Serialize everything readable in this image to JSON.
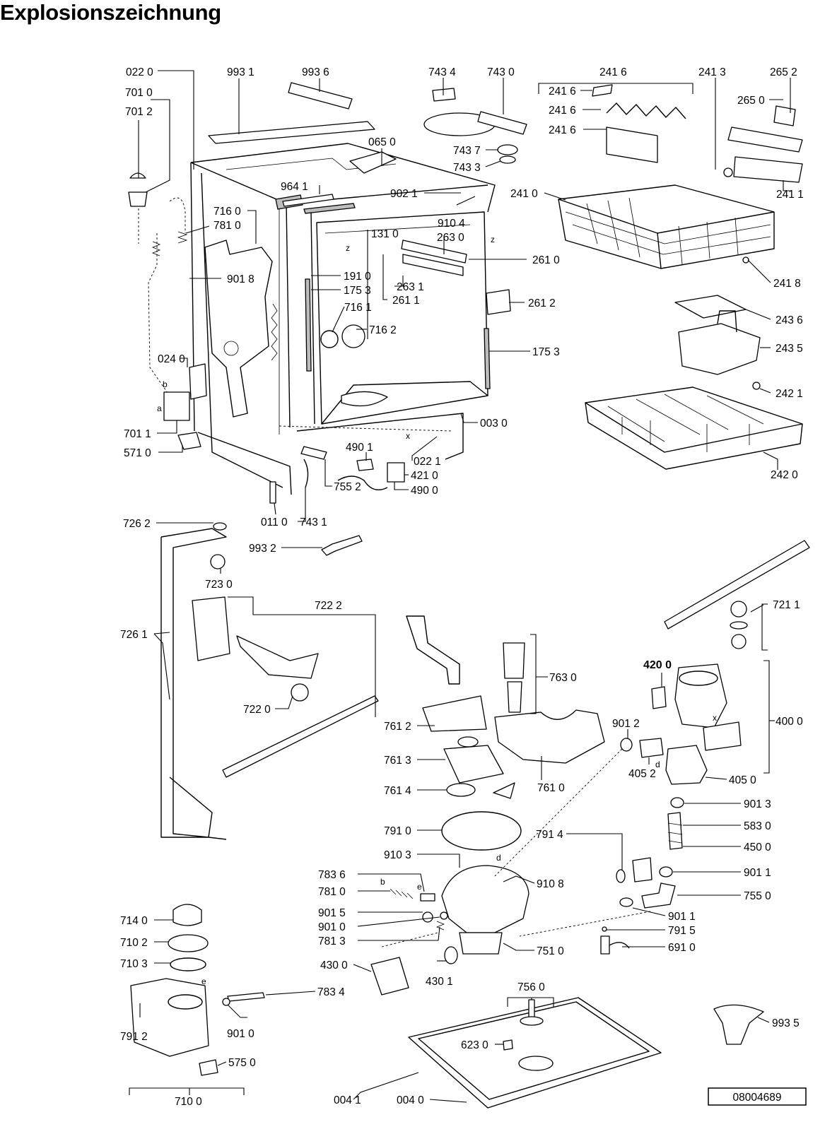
{
  "title": "Explosionszeichnung",
  "document_number": "08004689",
  "labels": {
    "l0220": "022 0",
    "l9931": "993 1",
    "l9936": "993 6",
    "l7434": "743 4",
    "l7430": "743 0",
    "l2416a": "241 6",
    "l2413": "241 3",
    "l2652": "265 2",
    "l2416b": "241 6",
    "l2650": "265 0",
    "l2416c": "241 6",
    "l2416d": "241 6",
    "l7010": "701 0",
    "l7012": "701 2",
    "l0650": "065 0",
    "l7437": "743 7",
    "l7433": "743 3",
    "l2411": "241 1",
    "l9641": "964 1",
    "l9021": "902 1",
    "l2410": "241 0",
    "l7160": "716 0",
    "l7810": "781 0",
    "l9104": "910 4",
    "l1310": "131 0",
    "l2630": "263 0",
    "l2610": "261 0",
    "l9018": "901 8",
    "l1910": "191 0",
    "l1753a": "175 3",
    "l2631": "263 1",
    "l2611": "261 1",
    "l2418": "241 8",
    "l7161": "716 1",
    "l2612": "261 2",
    "l7162": "716 2",
    "l2436": "243 6",
    "l2435": "243 5",
    "l1753b": "175 3",
    "l0240": "024 0",
    "l2421": "242 1",
    "l0030": "003 0",
    "l7011": "701 1",
    "l5710": "571 0",
    "l4901": "490 1",
    "l0221": "022 1",
    "l4210": "421 0",
    "l4900": "490 0",
    "l2420": "242 0",
    "l7552": "755 2",
    "l0110": "011 0",
    "l7431": "743 1",
    "l7262": "726 2",
    "l9932": "993 2",
    "l7230": "723 0",
    "l7222": "722 2",
    "l7211": "721 1",
    "l7261": "726 1",
    "l7630": "763 0",
    "l4200": "420 0",
    "l7220": "722 0",
    "l7612": "761 2",
    "l9012": "901 2",
    "l4000": "400 0",
    "l7613": "761 3",
    "l4052": "405 2",
    "l4050": "405 0",
    "l7614": "761 4",
    "l7610": "761 0",
    "l9013": "901 3",
    "l7910": "791 0",
    "l7914": "791 4",
    "l5830": "583 0",
    "l4500": "450 0",
    "l9103": "910 3",
    "l9011a": "901 1",
    "l7836": "783 6",
    "l9108": "910 8",
    "l7810b": "781 0",
    "l7550": "755 0",
    "l9015": "901 5",
    "l7140": "714 0",
    "l9011b": "901 1",
    "l9010": "901 0",
    "l7915": "791 5",
    "l7813": "781 3",
    "l7102": "710 2",
    "l6910": "691 0",
    "l7510": "751 0",
    "l7103": "710 3",
    "l4300": "430 0",
    "l4301": "430 1",
    "l7834": "783 4",
    "l7560": "756 0",
    "l9935": "993 5",
    "l9010b": "901 0",
    "l6230": "623 0",
    "l7912": "791 2",
    "l5750": "575 0",
    "l0041": "004 1",
    "l0040": "004 0",
    "l7100": "710 0"
  },
  "letters": {
    "a": "a",
    "b": "b",
    "b2": "b",
    "e": "e",
    "e2": "e",
    "d": "d",
    "d2": "d",
    "x": "x",
    "x2": "x",
    "z": "z",
    "z2": "z"
  }
}
